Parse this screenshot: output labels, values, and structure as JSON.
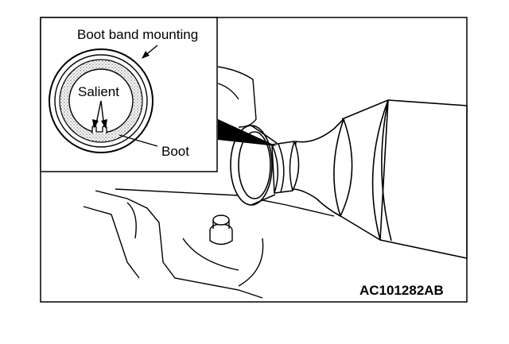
{
  "figure": {
    "inset": {
      "label_boot_band_mounting": "Boot band mounting",
      "label_salient": "Salient",
      "label_boot": "Boot"
    },
    "reference_code": "AC101282AB"
  }
}
